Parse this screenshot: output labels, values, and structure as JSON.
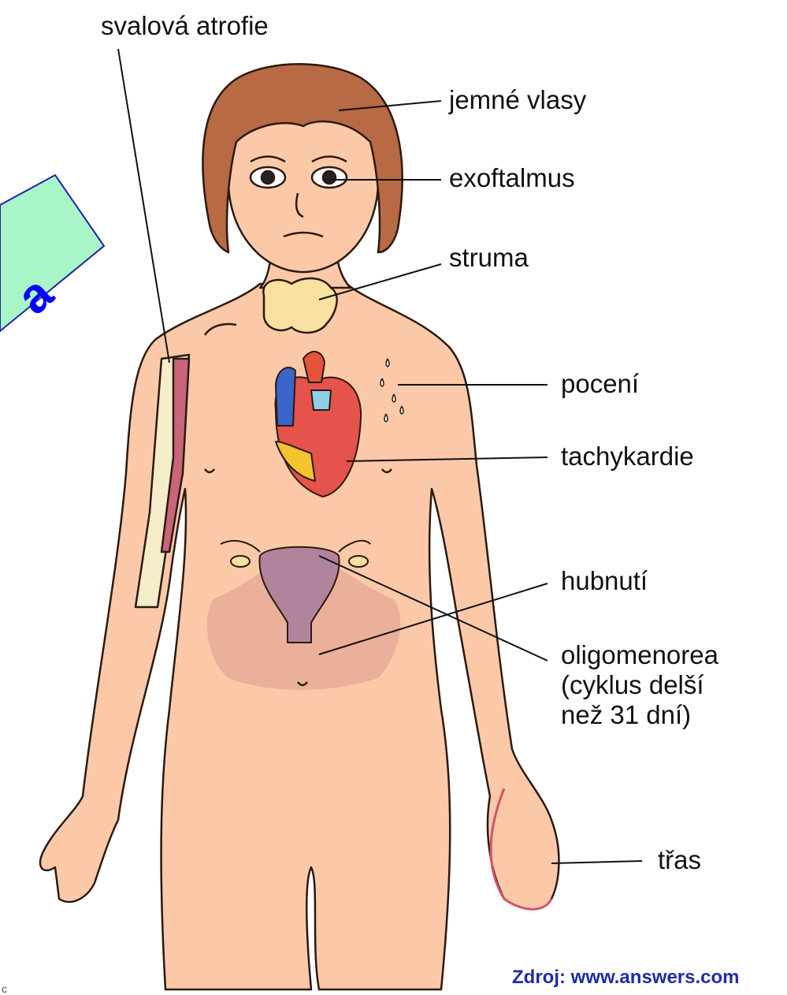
{
  "labels": {
    "svalova_atrofie": "svalová atrofie",
    "jemne_vlasy": "jemné vlasy",
    "exoftalmus": "exoftalmus",
    "struma": "struma",
    "poceni": "pocení",
    "tachykardie": "tachykardie",
    "hubnuti": "hubnutí",
    "oligomenorea": "oligomenorea\n(cyklus delší\nnež 31 dní)",
    "tras": "třas"
  },
  "source": "Zdroj: www.answers.com",
  "badge": {
    "text": "a",
    "color": "#a8f5c8"
  },
  "corner_mark": "c",
  "colors": {
    "skin": "#fbc9a8",
    "skin_outline": "#2a1a10",
    "hair": "#b76a43",
    "source_text": "#1f2da6"
  }
}
